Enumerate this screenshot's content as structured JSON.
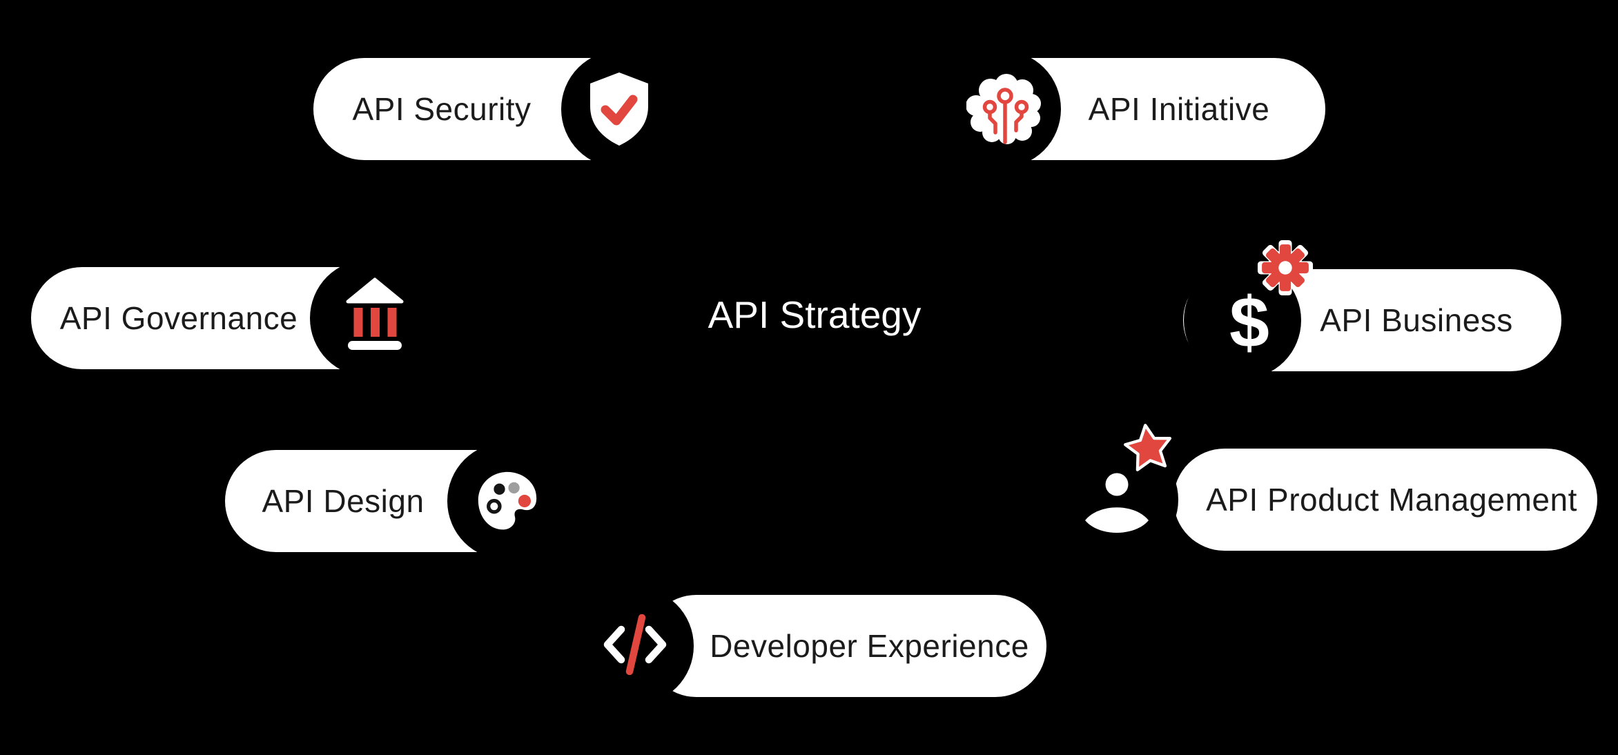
{
  "title": {
    "text": "API Strategy"
  },
  "colors": {
    "background": "#000000",
    "pill": "#ffffff",
    "text_dark": "#1b1b1b",
    "text_light": "#ffffff",
    "accent_red": "#e2473f",
    "gray_dot": "#9e9e9e",
    "icon_dark": "#151515"
  },
  "nodes": [
    {
      "id": "api-security",
      "label": "API Security",
      "icon": "shield-check-icon",
      "icon_side": "right"
    },
    {
      "id": "api-initiative",
      "label": "API Initiative",
      "icon": "ai-brain-circuit-icon",
      "icon_side": "left"
    },
    {
      "id": "api-governance",
      "label": "API Governance",
      "icon": "bank-icon",
      "icon_side": "right"
    },
    {
      "id": "api-business",
      "label": "API Business",
      "icon": "dollar-gear-icon",
      "icon_side": "left",
      "icon_glyph": "$"
    },
    {
      "id": "api-design",
      "label": "API Design",
      "icon": "paint-palette-icon",
      "icon_side": "right"
    },
    {
      "id": "api-product-management",
      "label": "API Product Management",
      "icon": "user-star-icon",
      "icon_side": "left"
    },
    {
      "id": "developer-experience",
      "label": "Developer Experience",
      "icon": "code-icon",
      "icon_side": "left"
    }
  ]
}
